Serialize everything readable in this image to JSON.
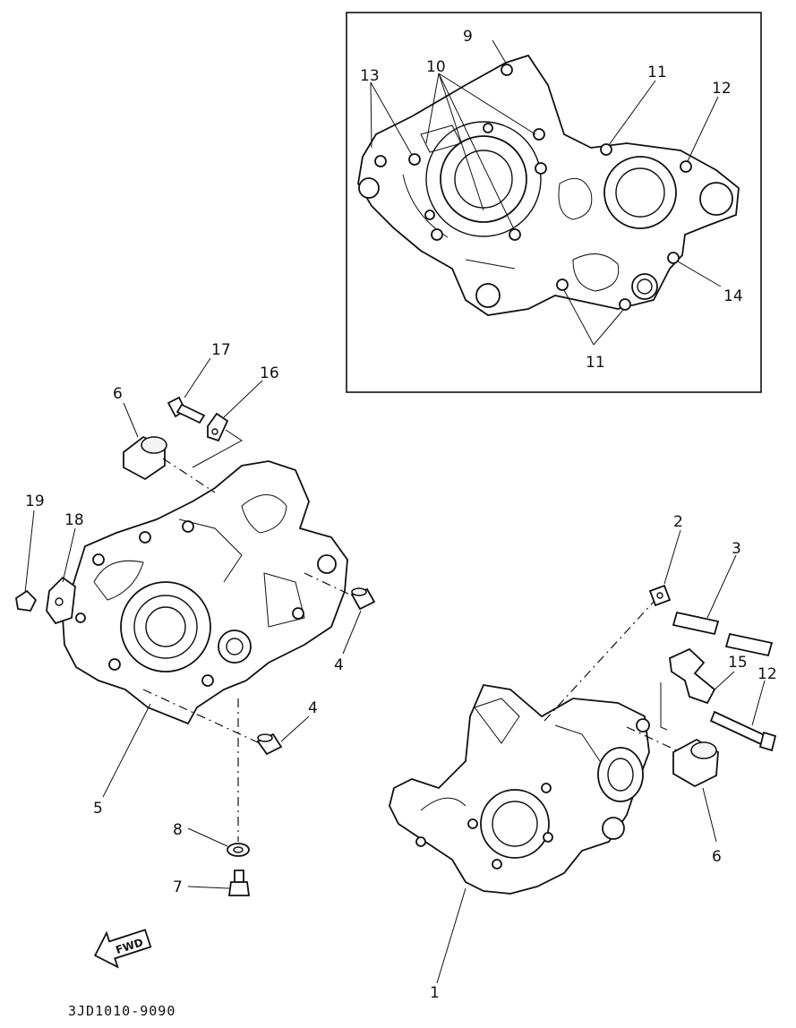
{
  "callouts": {
    "c1": "1",
    "c2": "2",
    "c3": "3",
    "c4a": "4",
    "c4b": "4",
    "c5": "5",
    "c6a": "6",
    "c6b": "6",
    "c7": "7",
    "c8": "8",
    "c9": "9",
    "c10": "10",
    "c11a": "11",
    "c11b": "11",
    "c12a": "12",
    "c12b": "12",
    "c13": "13",
    "c14": "14",
    "c15": "15",
    "c16": "16",
    "c17": "17",
    "c18": "18",
    "c19": "19"
  },
  "fwd_label": "FWD",
  "drawing_code": "3JD1010-9090"
}
